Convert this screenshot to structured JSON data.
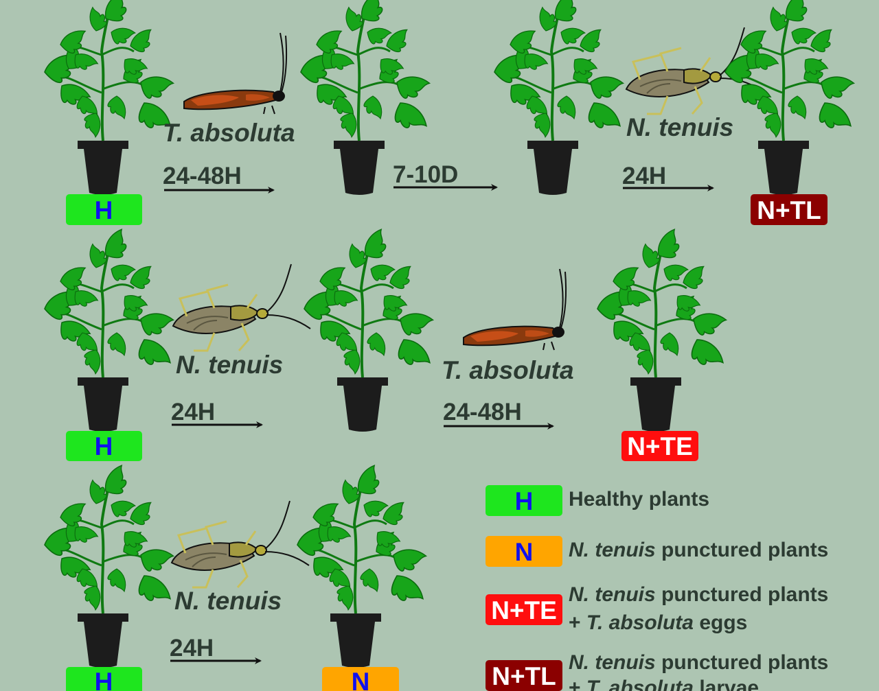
{
  "colors": {
    "background": "#adc5b2",
    "leaf": "#17a51a",
    "pot": "#1c1c1c",
    "healthy": "#1ee61e",
    "n_punctured": "#ffa500",
    "n_te": "#ff0e0e",
    "n_tl": "#8b0000",
    "badge_text_blue": "#1010ee",
    "text_dark": "#2c3b32"
  },
  "rows": [
    {
      "steps": [
        {
          "insect": "T. absoluta",
          "duration": "24-48H"
        },
        {
          "insect": "",
          "duration": "7-10D"
        },
        {
          "insect": "N. tenuis",
          "duration": "24H"
        }
      ],
      "start_badge": "H",
      "end_badge": "N+TL"
    },
    {
      "steps": [
        {
          "insect": "N. tenuis",
          "duration": "24H"
        },
        {
          "insect": "T. absoluta",
          "duration": "24-48H"
        }
      ],
      "start_badge": "H",
      "end_badge": "N+TE"
    },
    {
      "steps": [
        {
          "insect": "N. tenuis",
          "duration": "24H"
        }
      ],
      "start_badge": "H",
      "end_badge": "N"
    }
  ],
  "legend": [
    {
      "badge": "H",
      "parts": [
        [
          "Healthy plants",
          false
        ]
      ],
      "line2": []
    },
    {
      "badge": "N",
      "parts": [
        [
          "N. tenuis",
          true
        ],
        [
          " punctured plants",
          false
        ]
      ],
      "line2": []
    },
    {
      "badge": "N+TE",
      "parts": [
        [
          "N. tenuis",
          true
        ],
        [
          " punctured plants",
          false
        ]
      ],
      "line2": [
        [
          "+ ",
          false
        ],
        [
          "T. absoluta",
          true
        ],
        [
          " eggs",
          false
        ]
      ]
    },
    {
      "badge": "N+TL",
      "parts": [
        [
          "N. tenuis",
          true
        ],
        [
          " punctured plants",
          false
        ]
      ],
      "line2": [
        [
          "+ ",
          false
        ],
        [
          "T. absoluta",
          true
        ],
        [
          " larvae",
          false
        ]
      ]
    }
  ]
}
